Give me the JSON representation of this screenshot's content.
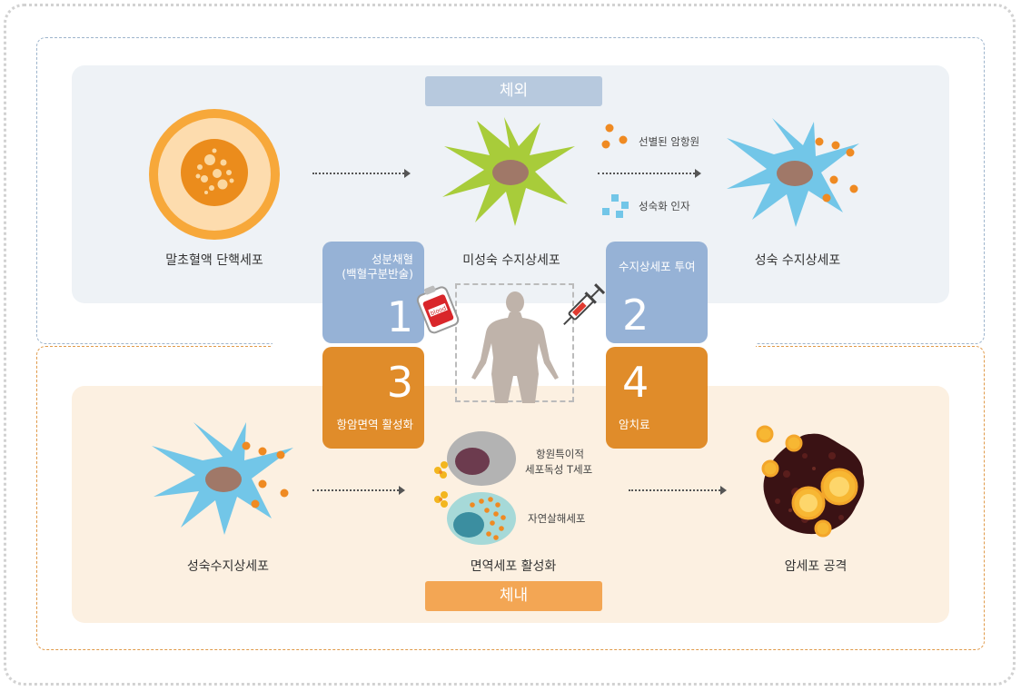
{
  "sections": {
    "top_label": "체외",
    "bottom_label": "체내"
  },
  "cells": {
    "peripheral": "말초혈액 단핵세포",
    "immature_dc": "미성숙 수지상세포",
    "mature_dc": "성숙 수지상세포",
    "mature_dc_bottom": "성숙수지상세포",
    "immune_activation": "면역세포 활성화",
    "cancer_attack": "암세포 공격"
  },
  "annotations": {
    "selected_antigen": "선별된 암항원",
    "maturation_factor": "성숙화 인자",
    "t_cell_line1": "항원특이적",
    "t_cell_line2": "세포독성 T세포",
    "nk_cell": "자연살해세포",
    "blood_bag_label": "blood"
  },
  "steps": [
    {
      "number": "1",
      "line1": "성분채혈",
      "line2": "(백혈구분반술)"
    },
    {
      "number": "2",
      "line1": "수지상세포 투여"
    },
    {
      "number": "3",
      "line1": "항암면역 활성화"
    },
    {
      "number": "4",
      "line1": "암치료"
    }
  ],
  "colors": {
    "blue_box": "#96b2d6",
    "orange_box": "#e08c2a",
    "top_tag": "#b7c9de",
    "bottom_tag": "#f3a654",
    "immature_cell": "#a8cc3a",
    "mature_cell": "#72c6e8",
    "antigen": "#ef8a22"
  }
}
